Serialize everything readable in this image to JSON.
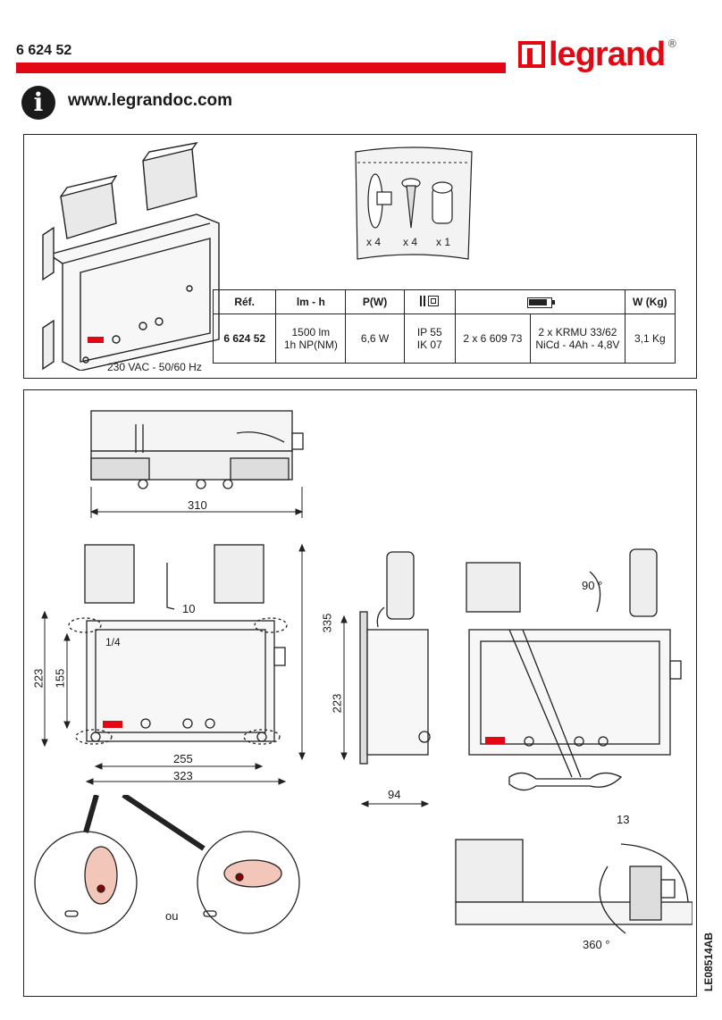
{
  "header": {
    "reference": "6 624 52",
    "brand": "legrand",
    "registered": "®",
    "website": "www.legrandoc.com",
    "brand_color": "#e30613"
  },
  "accessories": {
    "qty_plug": "x 4",
    "qty_screw": "x 4",
    "qty_gland": "x 1"
  },
  "voltage_label": "230 VAC - 50/60 Hz",
  "spec_table": {
    "headers": [
      "Réf.",
      "lm - h",
      "P(W)",
      "class-ii-ip-icon",
      "battery-icon",
      "W (Kg)"
    ],
    "ref_header": "Réf.",
    "lm_header": "lm - h",
    "p_header": "P(W)",
    "w_header": "W (Kg)",
    "ref": "6 624 52",
    "lumen_line1": "1500 lm",
    "lumen_line2": "1h NP(NM)",
    "power": "6,6 W",
    "ip_line1": "IP 55",
    "ip_line2": "IK 07",
    "battery_qty": "2 x 6 609 73",
    "battery_line1": "2 x KRMU 33/62",
    "battery_line2": "NiCd - 4Ah - 4,8V",
    "weight": "3,1 Kg"
  },
  "dimensions": {
    "top_width": "310",
    "cable_len": "10",
    "height_total": "335",
    "height_body": "223",
    "height_inner": "155",
    "fix_ratio": "1/4",
    "width_fix": "255",
    "width_total": "323",
    "side_height": "223",
    "depth": "94",
    "rotate_angle": "90 °",
    "wrench_size": "13",
    "rotate_full": "360 °",
    "or_label": "ou"
  },
  "doc_id": "LE08514AB"
}
